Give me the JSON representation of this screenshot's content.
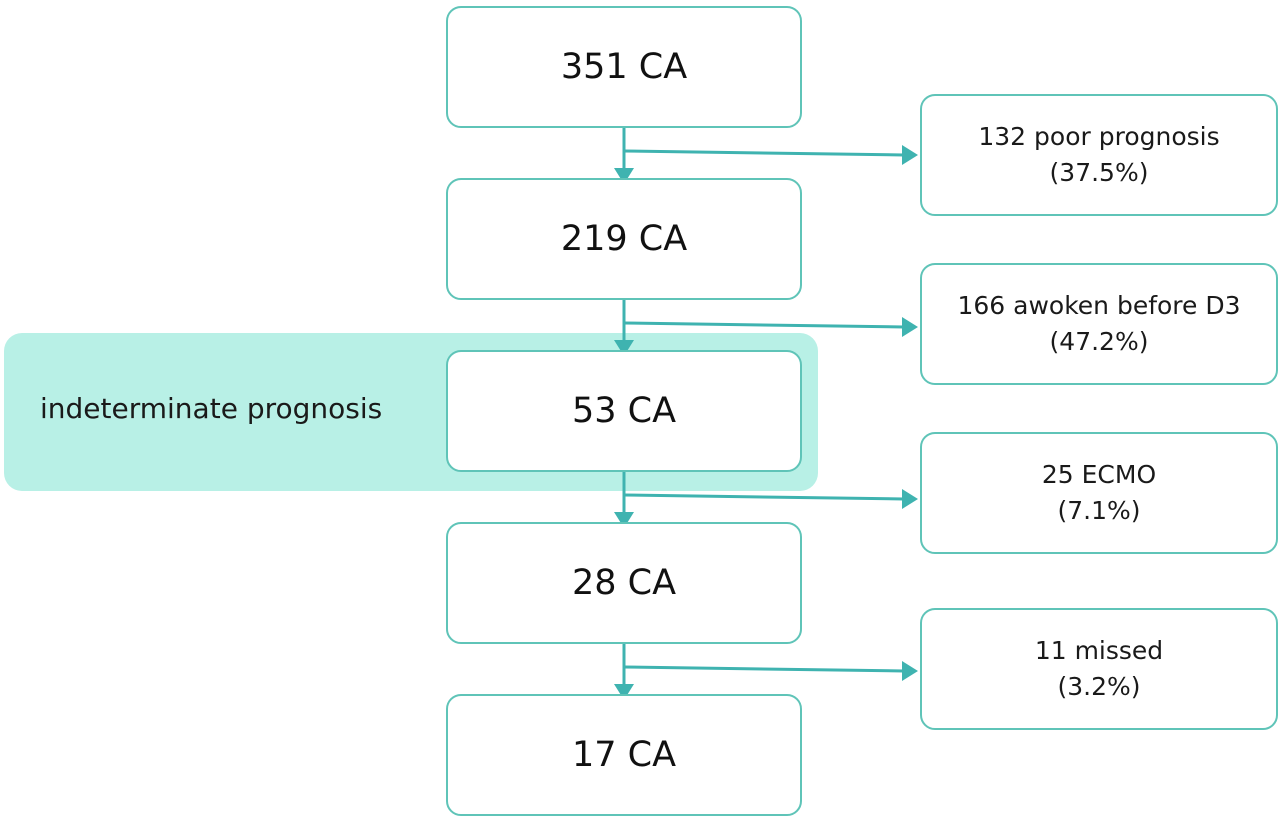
{
  "diagram": {
    "highlight_label": "indeterminate prognosis",
    "main_boxes": [
      {
        "label": "351 CA"
      },
      {
        "label": "219 CA"
      },
      {
        "label": "53 CA"
      },
      {
        "label": "28 CA"
      },
      {
        "label": "17 CA"
      }
    ],
    "side_boxes": [
      {
        "line1": "132 poor prognosis",
        "line2": "(37.5%)"
      },
      {
        "line1": "166 awoken before D3",
        "line2": "(47.2%)"
      },
      {
        "line1": "25 ECMO",
        "line2": "(7.1%)"
      },
      {
        "line1": "11 missed",
        "line2": "(3.2%)"
      }
    ],
    "colors": {
      "box_border": "#5fc4b8",
      "arrow": "#3fb3b0",
      "highlight": "#b8f0e6"
    }
  }
}
